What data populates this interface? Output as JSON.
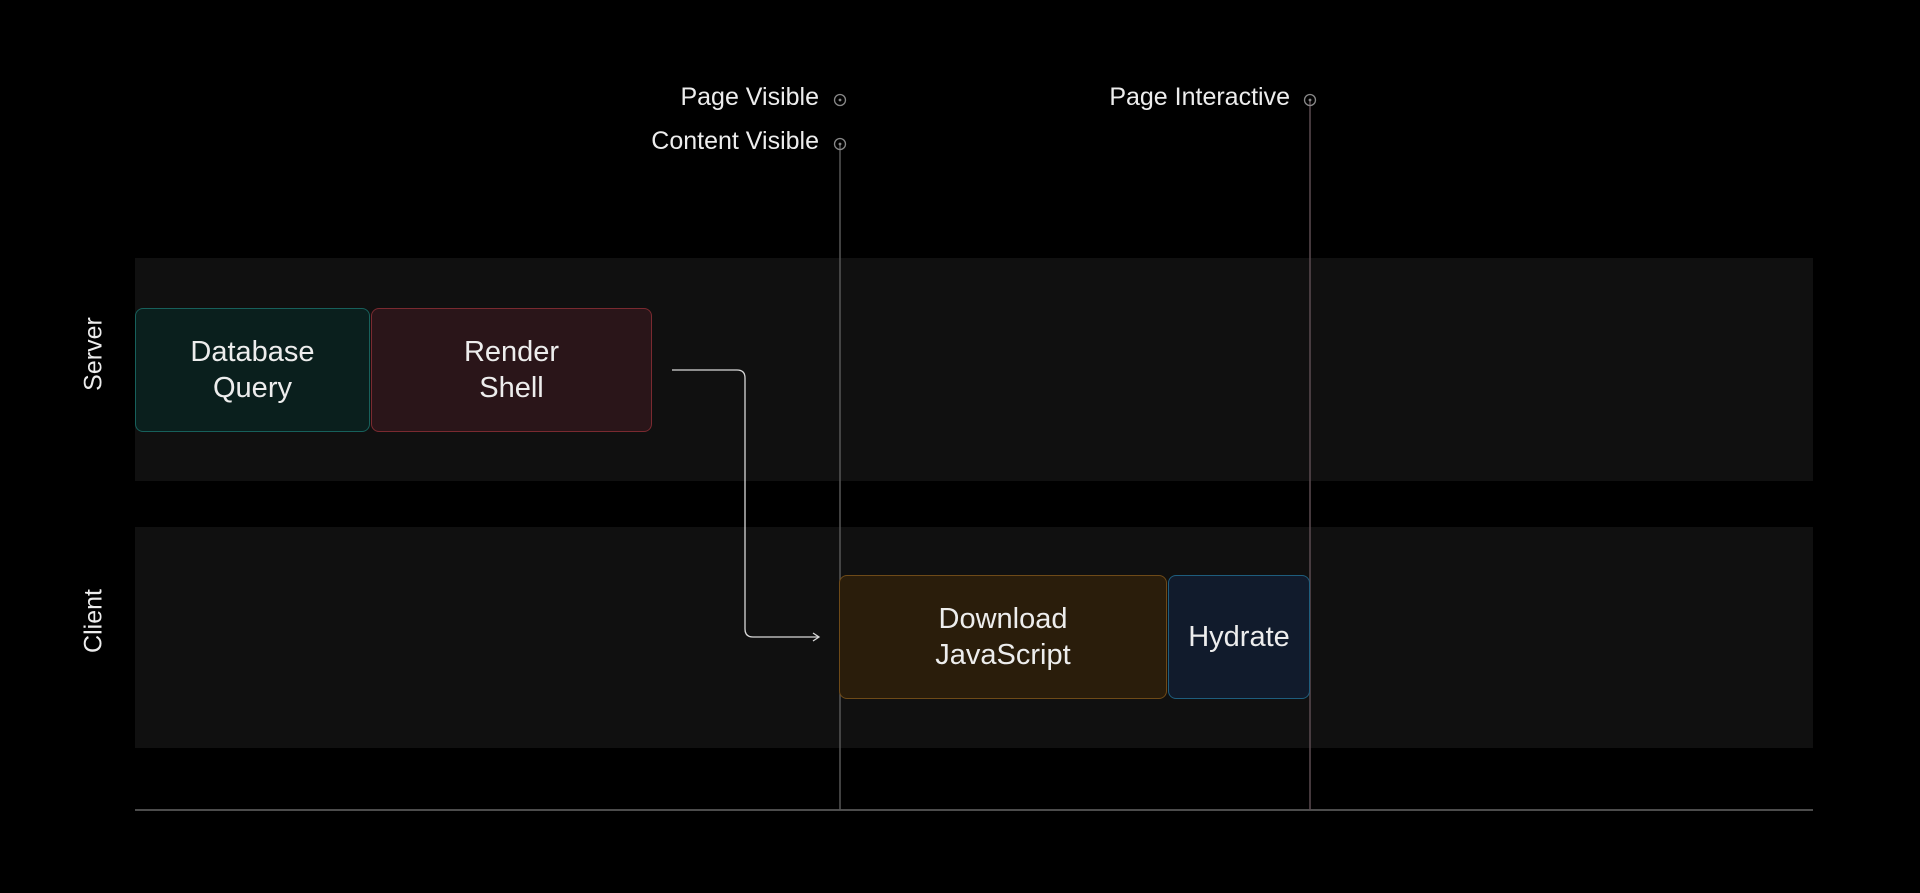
{
  "lanes": {
    "server": "Server",
    "client": "Client"
  },
  "blocks": {
    "database_query": "Database\nQuery",
    "render_shell": "Render\nShell",
    "download_javascript": "Download\nJavaScript",
    "hydrate": "Hydrate"
  },
  "markers": {
    "page_visible": "Page Visible",
    "content_visible": "Content Visible",
    "page_interactive": "Page Interactive"
  },
  "colors": {
    "database_query": "#17605b",
    "render_shell": "#7a2a30",
    "download_javascript": "#6e4a18",
    "hydrate": "#1e5d7d",
    "page_interactive_line": "#5a4a50"
  }
}
